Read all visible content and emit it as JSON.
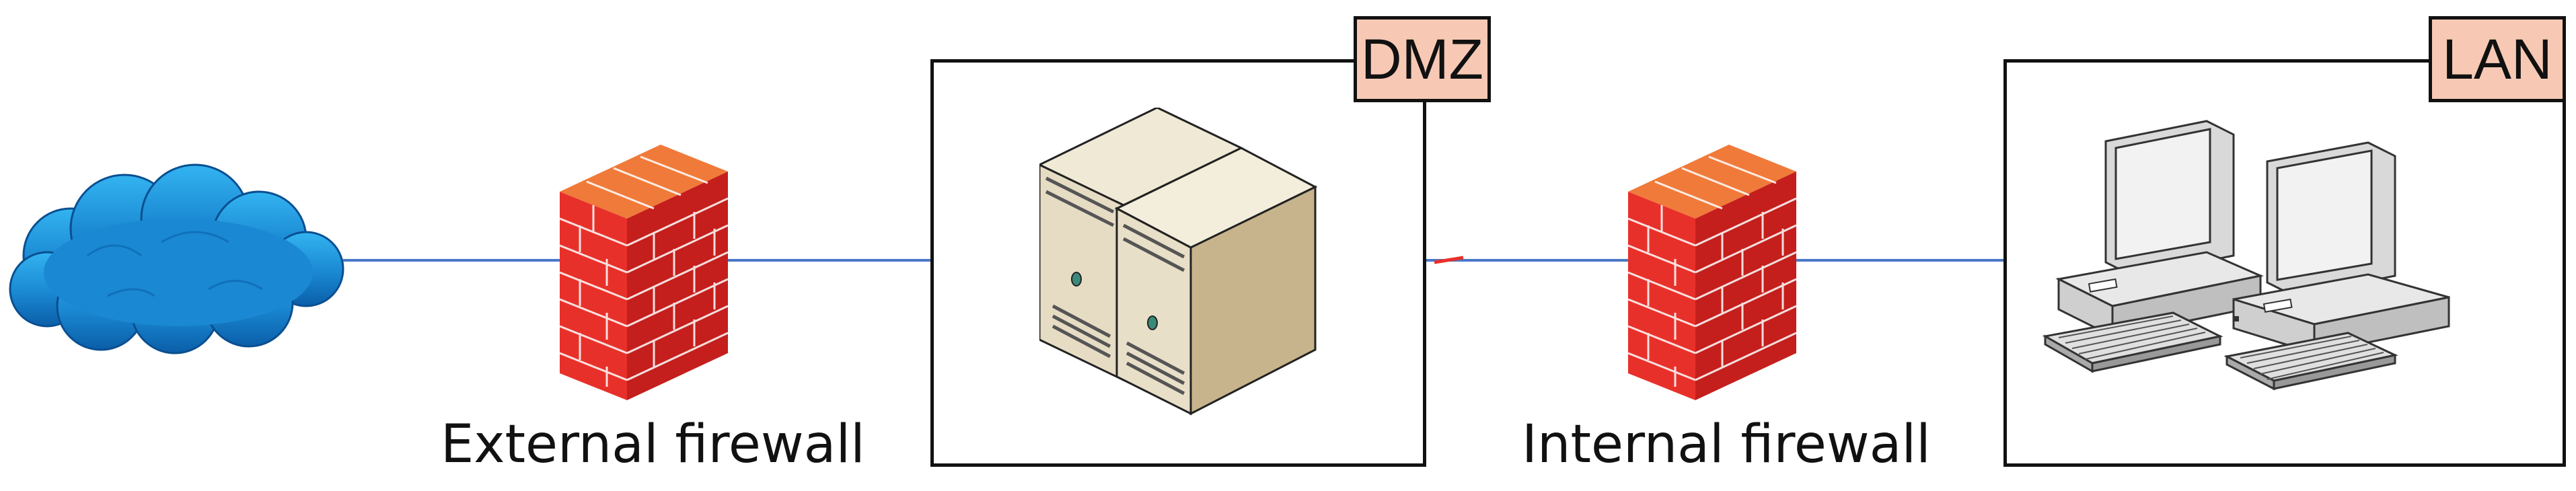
{
  "labels": {
    "external_firewall": "External firewall",
    "internal_firewall": "Internal firewall"
  },
  "zones": {
    "dmz": "DMZ",
    "lan": "LAN"
  },
  "nodes": [
    {
      "id": "internet",
      "icon": "cloud-icon"
    },
    {
      "id": "external-firewall",
      "icon": "firewall-icon"
    },
    {
      "id": "dmz-servers",
      "icon": "server-icon"
    },
    {
      "id": "internal-firewall",
      "icon": "firewall-icon"
    },
    {
      "id": "lan-workstations",
      "icon": "workstation-icon"
    }
  ],
  "colors": {
    "link": "#4a78c8",
    "zone_tag": "#f7c9b4",
    "firewall_brick": "#e8302a",
    "firewall_top": "#f07a3a",
    "cloud": "#1e8fd6",
    "server": "#e6dcc4",
    "computer": "#d9d9d9"
  }
}
